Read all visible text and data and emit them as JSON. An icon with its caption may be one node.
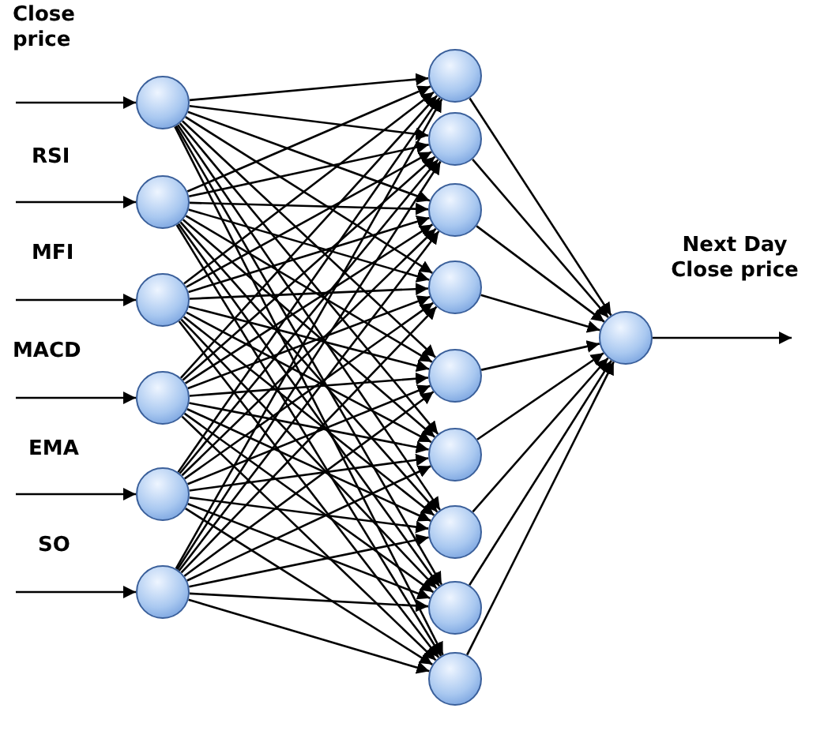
{
  "diagram": {
    "nodes": [
      {
        "text": [],
        "shape": "circle",
        "beside": [
          "Close price"
        ]
      },
      {
        "text": [],
        "shape": "circle",
        "beside": [
          "RSI"
        ]
      },
      {
        "text": [],
        "shape": "circle",
        "beside": [
          "MFI"
        ]
      },
      {
        "text": [],
        "shape": "circle",
        "beside": [
          "MACD"
        ]
      },
      {
        "text": [],
        "shape": "circle",
        "beside": [
          "EMA"
        ]
      },
      {
        "text": [],
        "shape": "circle",
        "beside": [
          "SO"
        ]
      },
      {
        "text": [],
        "shape": "circle"
      },
      {
        "text": [],
        "shape": "circle"
      },
      {
        "text": [],
        "shape": "circle"
      },
      {
        "text": [],
        "shape": "circle"
      },
      {
        "text": [],
        "shape": "circle"
      },
      {
        "text": [],
        "shape": "circle"
      },
      {
        "text": [],
        "shape": "circle"
      },
      {
        "text": [],
        "shape": "circle"
      },
      {
        "text": [],
        "shape": "circle"
      },
      {
        "text": [],
        "shape": "circle",
        "beside": [
          "Next Day Close price"
        ]
      }
    ],
    "edges": [
      {
        "from": null,
        "to": 0,
        "arrow": "to"
      },
      {
        "from": null,
        "to": 1,
        "arrow": "to"
      },
      {
        "from": null,
        "to": 2,
        "arrow": "to"
      },
      {
        "from": null,
        "to": 3,
        "arrow": "to"
      },
      {
        "from": null,
        "to": 4,
        "arrow": "to"
      },
      {
        "from": null,
        "to": 5,
        "arrow": "to"
      },
      {
        "from": 0,
        "to": 6,
        "arrow": "to"
      },
      {
        "from": 0,
        "to": 7,
        "arrow": "to"
      },
      {
        "from": 0,
        "to": 8,
        "arrow": "to"
      },
      {
        "from": 0,
        "to": 9,
        "arrow": "to"
      },
      {
        "from": 0,
        "to": 10,
        "arrow": "to"
      },
      {
        "from": 0,
        "to": 11,
        "arrow": "to"
      },
      {
        "from": 0,
        "to": 12,
        "arrow": "to"
      },
      {
        "from": 0,
        "to": 13,
        "arrow": "to"
      },
      {
        "from": 0,
        "to": 14,
        "arrow": "to"
      },
      {
        "from": 1,
        "to": 6,
        "arrow": "to"
      },
      {
        "from": 1,
        "to": 7,
        "arrow": "to"
      },
      {
        "from": 1,
        "to": 8,
        "arrow": "to"
      },
      {
        "from": 1,
        "to": 9,
        "arrow": "to"
      },
      {
        "from": 1,
        "to": 10,
        "arrow": "to"
      },
      {
        "from": 1,
        "to": 11,
        "arrow": "to"
      },
      {
        "from": 1,
        "to": 12,
        "arrow": "to"
      },
      {
        "from": 1,
        "to": 13,
        "arrow": "to"
      },
      {
        "from": 1,
        "to": 14,
        "arrow": "to"
      },
      {
        "from": 2,
        "to": 6,
        "arrow": "to"
      },
      {
        "from": 2,
        "to": 7,
        "arrow": "to"
      },
      {
        "from": 2,
        "to": 8,
        "arrow": "to"
      },
      {
        "from": 2,
        "to": 9,
        "arrow": "to"
      },
      {
        "from": 2,
        "to": 10,
        "arrow": "to"
      },
      {
        "from": 2,
        "to": 11,
        "arrow": "to"
      },
      {
        "from": 2,
        "to": 12,
        "arrow": "to"
      },
      {
        "from": 2,
        "to": 13,
        "arrow": "to"
      },
      {
        "from": 2,
        "to": 14,
        "arrow": "to"
      },
      {
        "from": 3,
        "to": 6,
        "arrow": "to"
      },
      {
        "from": 3,
        "to": 7,
        "arrow": "to"
      },
      {
        "from": 3,
        "to": 8,
        "arrow": "to"
      },
      {
        "from": 3,
        "to": 9,
        "arrow": "to"
      },
      {
        "from": 3,
        "to": 10,
        "arrow": "to"
      },
      {
        "from": 3,
        "to": 11,
        "arrow": "to"
      },
      {
        "from": 3,
        "to": 12,
        "arrow": "to"
      },
      {
        "from": 3,
        "to": 13,
        "arrow": "to"
      },
      {
        "from": 3,
        "to": 14,
        "arrow": "to"
      },
      {
        "from": 4,
        "to": 6,
        "arrow": "to"
      },
      {
        "from": 4,
        "to": 7,
        "arrow": "to"
      },
      {
        "from": 4,
        "to": 8,
        "arrow": "to"
      },
      {
        "from": 4,
        "to": 9,
        "arrow": "to"
      },
      {
        "from": 4,
        "to": 10,
        "arrow": "to"
      },
      {
        "from": 4,
        "to": 11,
        "arrow": "to"
      },
      {
        "from": 4,
        "to": 12,
        "arrow": "to"
      },
      {
        "from": 4,
        "to": 13,
        "arrow": "to"
      },
      {
        "from": 4,
        "to": 14,
        "arrow": "to"
      },
      {
        "from": 5,
        "to": 6,
        "arrow": "to"
      },
      {
        "from": 5,
        "to": 7,
        "arrow": "to"
      },
      {
        "from": 5,
        "to": 8,
        "arrow": "to"
      },
      {
        "from": 5,
        "to": 9,
        "arrow": "to"
      },
      {
        "from": 5,
        "to": 10,
        "arrow": "to"
      },
      {
        "from": 5,
        "to": 11,
        "arrow": "to"
      },
      {
        "from": 5,
        "to": 12,
        "arrow": "to"
      },
      {
        "from": 5,
        "to": 13,
        "arrow": "to"
      },
      {
        "from": 5,
        "to": 14,
        "arrow": "to"
      },
      {
        "from": 6,
        "to": 15,
        "arrow": "to"
      },
      {
        "from": 7,
        "to": 15,
        "arrow": "to"
      },
      {
        "from": 8,
        "to": 15,
        "arrow": "to"
      },
      {
        "from": 9,
        "to": 15,
        "arrow": "to"
      },
      {
        "from": 10,
        "to": 15,
        "arrow": "to"
      },
      {
        "from": 11,
        "to": 15,
        "arrow": "to"
      },
      {
        "from": 12,
        "to": 15,
        "arrow": "to"
      },
      {
        "from": 13,
        "to": 15,
        "arrow": "to"
      },
      {
        "from": 14,
        "to": 15,
        "arrow": "to"
      },
      {
        "from": 15,
        "to": null,
        "arrow": "to"
      }
    ]
  }
}
